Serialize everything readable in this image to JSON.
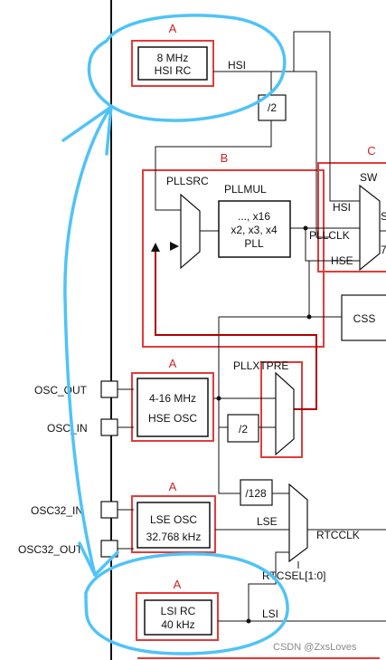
{
  "colors": {
    "group_border": "#e23b3b",
    "annotation": "#4fc3f7",
    "line": "#111111",
    "feedback": "#b00000"
  },
  "groups": {
    "a1": "A",
    "b": "B",
    "c": "C",
    "a2": "A",
    "a3": "A",
    "a4": "A"
  },
  "blocks": {
    "hsi_rc": {
      "line1": "8 MHz",
      "line2": "HSI RC"
    },
    "div2_top": "/2",
    "pll": {
      "line1": "..., x16",
      "line2": "x2, x3, x4",
      "line3": "PLL"
    },
    "hse_osc": {
      "line1": "4-16 MHz",
      "line2": "HSE OSC"
    },
    "div2_hse": "/2",
    "div128": "/128",
    "lse_osc": {
      "line1": "LSE OSC",
      "line2": "32.768 kHz"
    },
    "lsi_rc": {
      "line1": "LSI RC",
      "line2": "40 kHz"
    },
    "css": "CSS"
  },
  "labels": {
    "hsi_out": "HSI",
    "pllsrc": "PLLSRC",
    "pllmul": "PLLMUL",
    "pllclk": "PLLCLK",
    "sw": "SW",
    "sw_in_hsi": "HSI",
    "sw_in_hse": "HSE",
    "sw_cut_1": "S",
    "sw_cut_2": "7",
    "pllxtpre": "PLLXTPRE",
    "lse": "LSE",
    "rtcclk": "RTCCLK",
    "rtcsel": "RTCSEL[1:0]",
    "lsi": "LSI"
  },
  "pins": {
    "osc_out": "OSC_OUT",
    "osc_in": "OSC_IN",
    "osc32_in": "OSC32_IN",
    "osc32_out": "OSC32_OUT"
  },
  "watermark": "CSDN @ZxsLoves"
}
